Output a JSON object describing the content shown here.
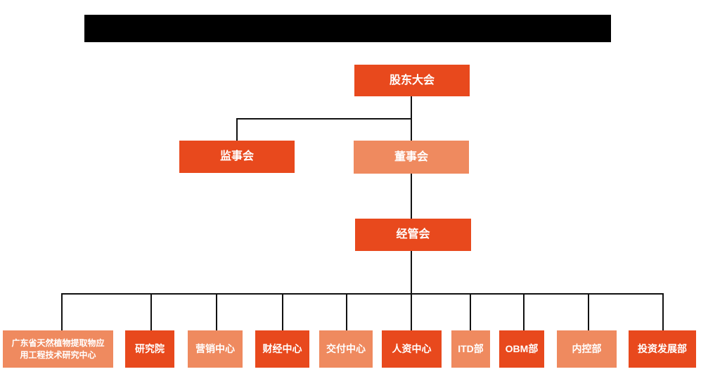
{
  "colors": {
    "primary": "#e8491d",
    "secondary": "#ef8a5f",
    "line": "#111111",
    "redacted": "#000000",
    "text": "#ffffff",
    "background": "#ffffff"
  },
  "org": {
    "root": {
      "label": "股东大会"
    },
    "supervisory": {
      "label": "监事会"
    },
    "board": {
      "label": "董事会"
    },
    "management": {
      "label": "经管会"
    },
    "departments": [
      {
        "label": "广东省天然植物提取物应用工程技术研究中心"
      },
      {
        "label": "研究院"
      },
      {
        "label": "营销中心"
      },
      {
        "label": "财经中心"
      },
      {
        "label": "交付中心"
      },
      {
        "label": "人资中心"
      },
      {
        "label": "ITD部"
      },
      {
        "label": "OBM部"
      },
      {
        "label": "内控部"
      },
      {
        "label": "投资发展部"
      }
    ]
  }
}
